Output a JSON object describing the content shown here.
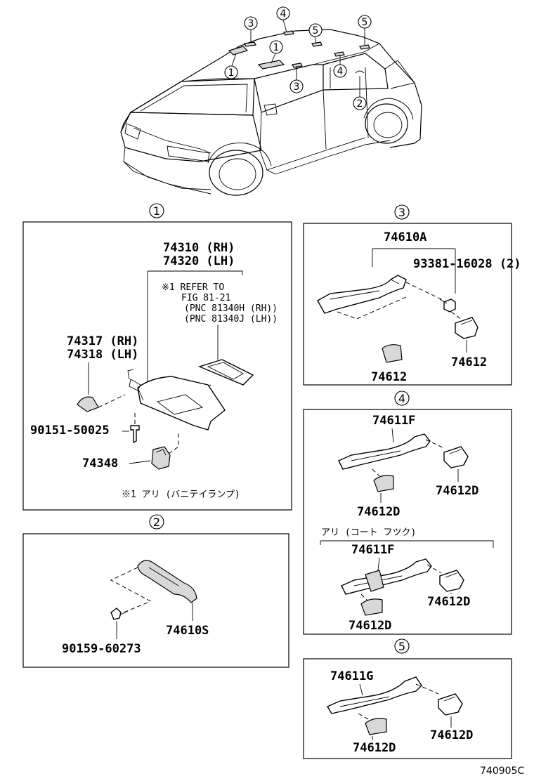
{
  "diagram_code": "740905C",
  "car_callouts": [
    "3",
    "4",
    "5",
    "1",
    "1",
    "5",
    "3",
    "4",
    "2"
  ],
  "sections": {
    "s1": {
      "label": "1",
      "visor_part_rh": "74310 (RH)",
      "visor_part_lh": "74320 (LH)",
      "note_line1": "※1 REFER TO",
      "note_line2": "FIG 81-21",
      "note_line3": "(PNC 81340H (RH))",
      "note_line4": "(PNC 81340J (LH))",
      "holder_part_rh": "74317 (RH)",
      "holder_part_lh": "74318 (LH)",
      "screw_part": "90151-50025",
      "clip_part": "74348",
      "footnote": "※1 アリ (バニテイランプ)"
    },
    "s2": {
      "label": "2",
      "grip_part": "74610S",
      "bolt_part": "90159-60273"
    },
    "s3": {
      "label": "3",
      "grip_part": "74610A",
      "screw_part": "93381-16028 (2)",
      "cover_part_a": "74612",
      "cover_part_b": "74612"
    },
    "s4": {
      "label": "4",
      "grip_part_a": "74611F",
      "cover_a1": "74612D",
      "cover_a2": "74612D",
      "sub_note": "アリ (コート フツク)",
      "grip_part_b": "74611F",
      "cover_b1": "74612D",
      "cover_b2": "74612D"
    },
    "s5": {
      "label": "5",
      "grip_part": "74611G",
      "cover_1": "74612D",
      "cover_2": "74612D"
    }
  }
}
